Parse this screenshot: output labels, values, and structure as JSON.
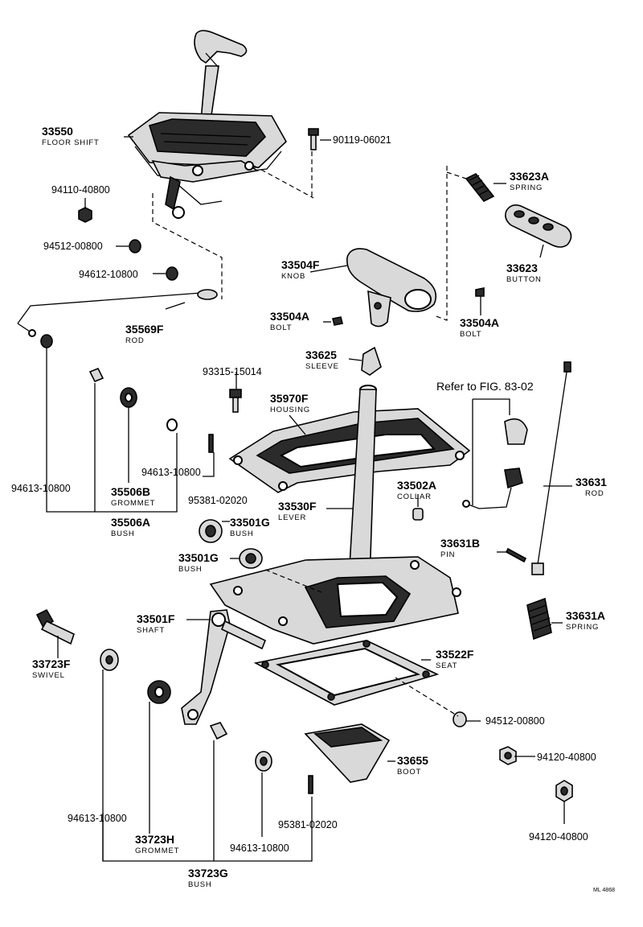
{
  "parts": {
    "floor_shift": {
      "num": "33550",
      "name": "FLOOR SHIFT"
    },
    "bolt_90119": {
      "num": "90119-06021"
    },
    "nut_94110": {
      "num": "94110-40800"
    },
    "clip_94512_top": {
      "num": "94512-00800"
    },
    "washer_94612": {
      "num": "94612-10800"
    },
    "spring_33623a": {
      "num": "33623A",
      "name": "SPRING"
    },
    "button_33623": {
      "num": "33623",
      "name": "BUTTON"
    },
    "knob_33504f": {
      "num": "33504F",
      "name": "KNOB"
    },
    "bolt_33504a_left": {
      "num": "33504A",
      "name": "BOLT"
    },
    "bolt_33504a_right": {
      "num": "33504A",
      "name": "BOLT"
    },
    "rod_35569f": {
      "num": "35569F",
      "name": "ROD"
    },
    "sleeve_33625": {
      "num": "33625",
      "name": "SLEEVE"
    },
    "screw_93315": {
      "num": "93315-15014"
    },
    "housing_35970f": {
      "num": "35970F",
      "name": "HOUSING"
    },
    "refer_note": "Refer to FIG. 83-02",
    "washer_94613_mid": {
      "num": "94613-10800"
    },
    "washer_94613_left": {
      "num": "94613-10800"
    },
    "grommet_35506b": {
      "num": "35506B",
      "name": "GROMMET"
    },
    "bush_35506a": {
      "num": "35506A",
      "name": "BUSH"
    },
    "pin_95381_top": {
      "num": "95381-02020"
    },
    "lever_33530f": {
      "num": "33530F",
      "name": "LEVER"
    },
    "collar_33502a": {
      "num": "33502A",
      "name": "COLLAR"
    },
    "rod_33631": {
      "num": "33631",
      "name": "ROD"
    },
    "bush_33501g_top": {
      "num": "33501G",
      "name": "BUSH"
    },
    "bush_33501g_left": {
      "num": "33501G",
      "name": "BUSH"
    },
    "pin_33631b": {
      "num": "33631B",
      "name": "PIN"
    },
    "shaft_33501f": {
      "num": "33501F",
      "name": "SHAFT"
    },
    "spring_33631a": {
      "num": "33631A",
      "name": "SPRING"
    },
    "swivel_33723f": {
      "num": "33723F",
      "name": "SWIVEL"
    },
    "seat_33522f": {
      "num": "33522F",
      "name": "SEAT"
    },
    "clip_94512_bottom": {
      "num": "94512-00800"
    },
    "nut_94120_a": {
      "num": "94120-40800"
    },
    "boot_33655": {
      "num": "33655",
      "name": "BOOT"
    },
    "nut_94120_b": {
      "num": "94120-40800"
    },
    "washer_94613_bl": {
      "num": "94613-10800"
    },
    "grommet_33723h": {
      "num": "33723H",
      "name": "GROMMET"
    },
    "pin_95381_bottom": {
      "num": "95381-02020"
    },
    "washer_94613_bm": {
      "num": "94613-10800"
    },
    "bush_33723g": {
      "num": "33723G",
      "name": "BUSH"
    }
  },
  "corner_code": "ML 4868"
}
